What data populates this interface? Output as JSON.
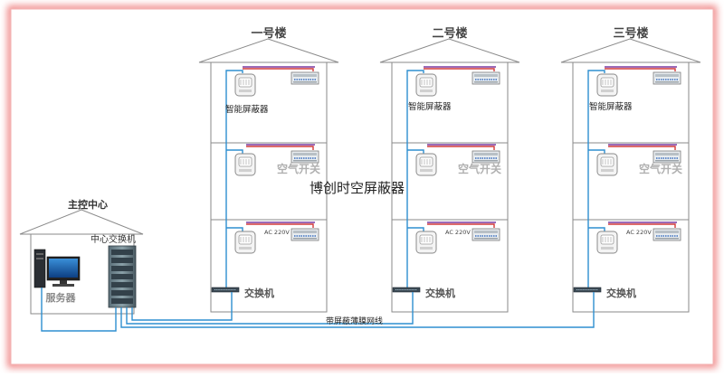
{
  "title": "博创时空屏蔽器",
  "center": {
    "label": "主控中心",
    "switch_label": "中心交换机",
    "server_label": "服务器"
  },
  "buildings": [
    {
      "name": "一号楼",
      "shielder_label": "智能屏蔽器",
      "breaker_label": "空气开关",
      "voltage_label": "AC 220V",
      "switch_label": "交换机"
    },
    {
      "name": "二号楼",
      "shielder_label": "智能屏蔽器",
      "breaker_label": "空气开关",
      "voltage_label": "AC 220V",
      "switch_label": "交换机"
    },
    {
      "name": "三号楼",
      "shielder_label": "智能屏蔽器",
      "breaker_label": "空气开关",
      "voltage_label": "AC 220V",
      "switch_label": "交换机"
    }
  ],
  "cable_label": "带屏蔽薄膜网线",
  "colors": {
    "frame_glow": "#f08a8a",
    "network_line": "#2e8fd0",
    "red_line": "#d23a3a",
    "purple_line": "#7a3aa0",
    "outline": "#8a8a8a"
  }
}
